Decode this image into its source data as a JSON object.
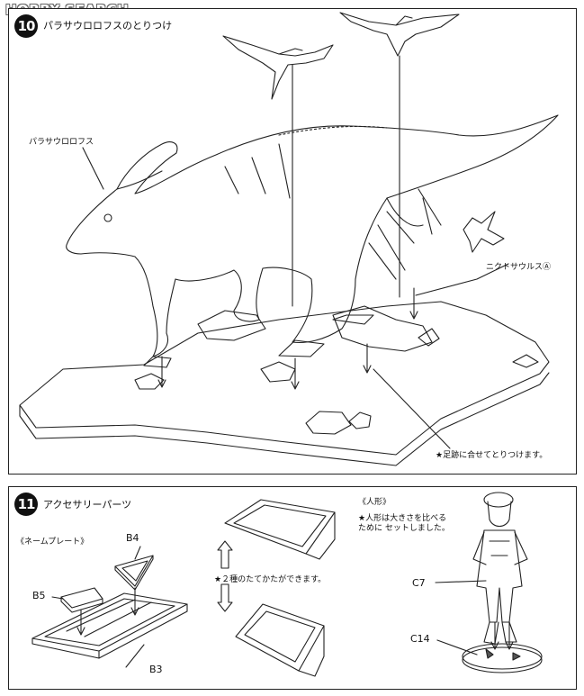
{
  "watermark": "HOBBY SEARCH",
  "step10": {
    "number": "10",
    "title": "パラサウロロフスのとりつけ",
    "label_parasaurolophus": "パラサウロロフス",
    "label_nyctosaurus": "ニクトサウルスⒶ",
    "label_footprints": "★足跡に合せてとりつけます。"
  },
  "step11": {
    "number": "11",
    "title": "アクセサリーパーツ",
    "nameplate_header": "《ネームプレート》",
    "part_b4": "B4",
    "part_b5": "B5",
    "part_b3": "B3",
    "stand_note": "★２種のたてかたができます。",
    "figure_header": "《人形》",
    "figure_note": "★人形は大きさを比べる\nために セットしました。",
    "part_c7": "C7",
    "part_c14": "C14"
  }
}
